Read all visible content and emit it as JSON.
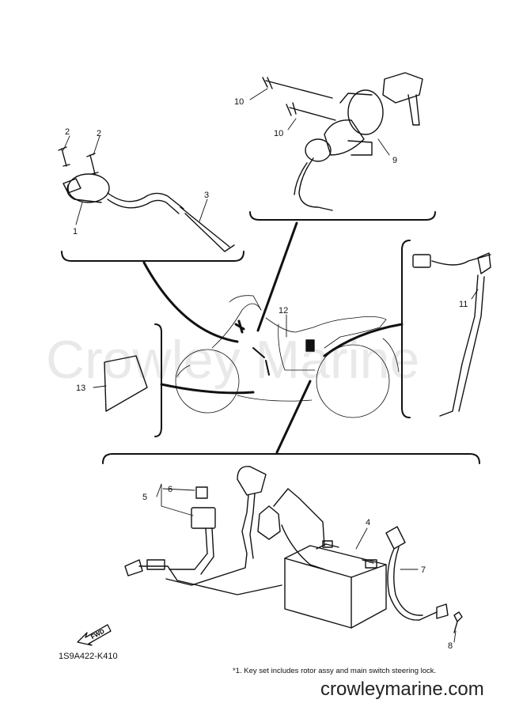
{
  "watermark": "Crowley Marine",
  "part_labels": [
    "1",
    "2",
    "2",
    "3",
    "4",
    "5",
    "6",
    "7",
    "8",
    "9",
    "10",
    "10",
    "11",
    "12",
    "13"
  ],
  "diagram_code": "1S9A422-K410",
  "footnote": "*1. Key set includes rotor assy and main switch steering lock.",
  "website": "crowleymarine.com",
  "fwd_label": "FWD"
}
